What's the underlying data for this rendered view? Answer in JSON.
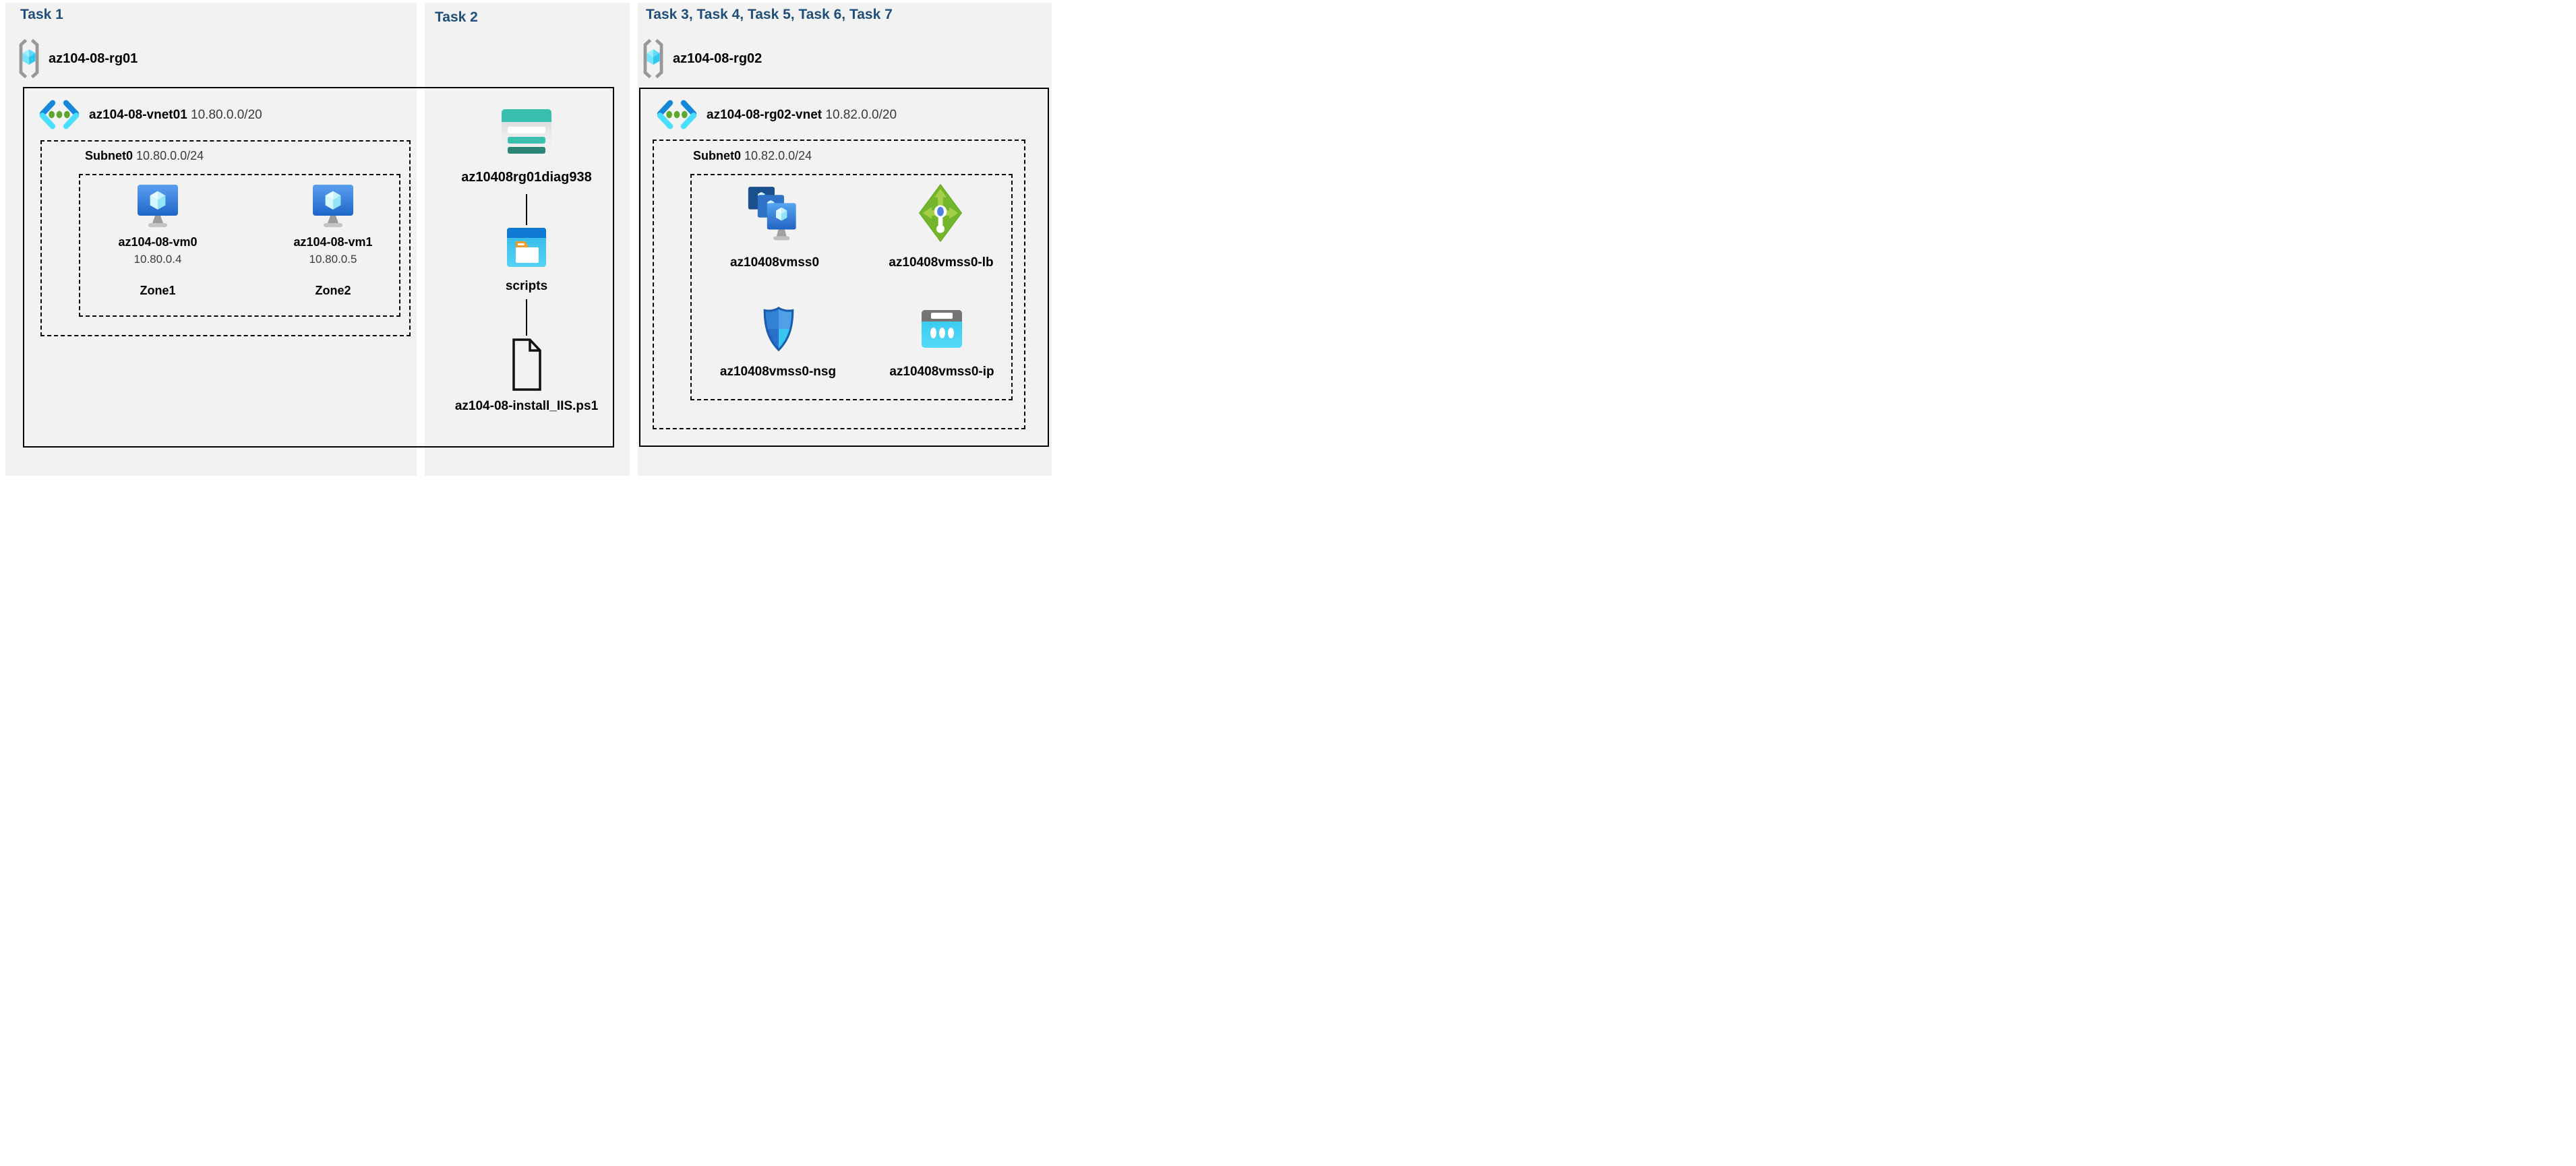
{
  "titles": {
    "task1": "Task 1",
    "task2": "Task 2",
    "task3": "Task 3, Task 4, Task 5, Task 6, Task 7"
  },
  "task1": {
    "resource_group": {
      "name": "az104-08-rg01"
    },
    "vnet": {
      "name": "az104-08-vnet01",
      "cidr": "10.80.0.0/20"
    },
    "subnet": {
      "name": "Subnet0",
      "cidr": "10.80.0.0/24"
    },
    "vms": [
      {
        "name": "az104-08-vm0",
        "ip": "10.80.0.4",
        "zone": "Zone1"
      },
      {
        "name": "az104-08-vm1",
        "ip": "10.80.0.5",
        "zone": "Zone2"
      }
    ]
  },
  "task2": {
    "storage_account": "az10408rg01diag938",
    "container": "scripts",
    "file": "az104-08-install_IIS.ps1"
  },
  "task3": {
    "resource_group": {
      "name": "az104-08-rg02"
    },
    "vnet": {
      "name": "az104-08-rg02-vnet",
      "cidr": "10.82.0.0/20"
    },
    "subnet": {
      "name": "Subnet0",
      "cidr": "10.82.0.0/24"
    },
    "resources": [
      {
        "name": "az10408vmss0",
        "type": "vm-scale-set"
      },
      {
        "name": "az10408vmss0-lb",
        "type": "load-balancer"
      },
      {
        "name": "az10408vmss0-nsg",
        "type": "network-security-group"
      },
      {
        "name": "az10408vmss0-ip",
        "type": "public-ip"
      }
    ]
  },
  "icons": {
    "resource_group": "resource-group-icon",
    "virtual_network": "virtual-network-icon",
    "virtual_machine": "virtual-machine-icon",
    "storage_account": "storage-account-icon",
    "blob_container": "blob-container-icon",
    "script_file": "powershell-file-icon",
    "vm_scale_set": "vm-scale-set-icon",
    "load_balancer": "load-balancer-icon",
    "network_security_group": "network-security-group-icon",
    "public_ip": "public-ip-icon"
  },
  "colors": {
    "title_navy": "#1f4e79",
    "panel_gray": "#f2f2f2",
    "storage_teal": "#38bfad",
    "storage_teal_dark": "#2b8577",
    "blob_blue": "#0e79d3",
    "vm_blue_top": "#5c9ff0",
    "vm_blue_bottom": "#1d66c8",
    "lb_green": "#74b62b",
    "lb_green_light": "#a6cf49",
    "nsg_blue": "#3181d5",
    "cyan": "#3ac4f2",
    "bracket_gray": "#989898"
  }
}
